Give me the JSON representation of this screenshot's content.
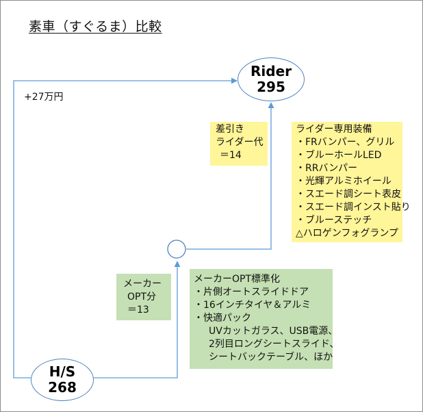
{
  "title": "素車（すぐるま）比較",
  "nodes": {
    "rider": {
      "name": "Rider",
      "value": "295"
    },
    "hs": {
      "name": "H/S",
      "value": "268"
    }
  },
  "total_diff": "+27万円",
  "rider_diff": {
    "lines": [
      "差引き",
      "ライダー代",
      "＝14"
    ]
  },
  "rider_equipment": {
    "heading": "ライダー専用装備",
    "items": [
      "・FRバンパー、グリル",
      "・ブルーホールLED",
      "・RRバンパー",
      "・光輝アルミホイール",
      "・スエード調シート表皮",
      "・スエード調インスト貼り",
      "・ブルーステッチ",
      "△ハロゲンフォグランプ"
    ]
  },
  "maker_opt_diff": {
    "lines": [
      "メーカー",
      "OPT分",
      "＝13"
    ]
  },
  "maker_opt_standard": {
    "heading": "メーカーOPT標準化",
    "items": [
      "・片側オートスライドドア",
      "・16インチタイヤ＆アルミ",
      "・快適パック"
    ],
    "sub_items": [
      "UVカットガラス、USB電源、",
      "2列目ロングシートスライド、",
      "シートバックテーブル、ほか"
    ]
  },
  "colors": {
    "line": "#5b9bd5",
    "node_border": "#4f81bd",
    "yellow_note": "#fff599",
    "green_note": "#c5e0b4"
  }
}
